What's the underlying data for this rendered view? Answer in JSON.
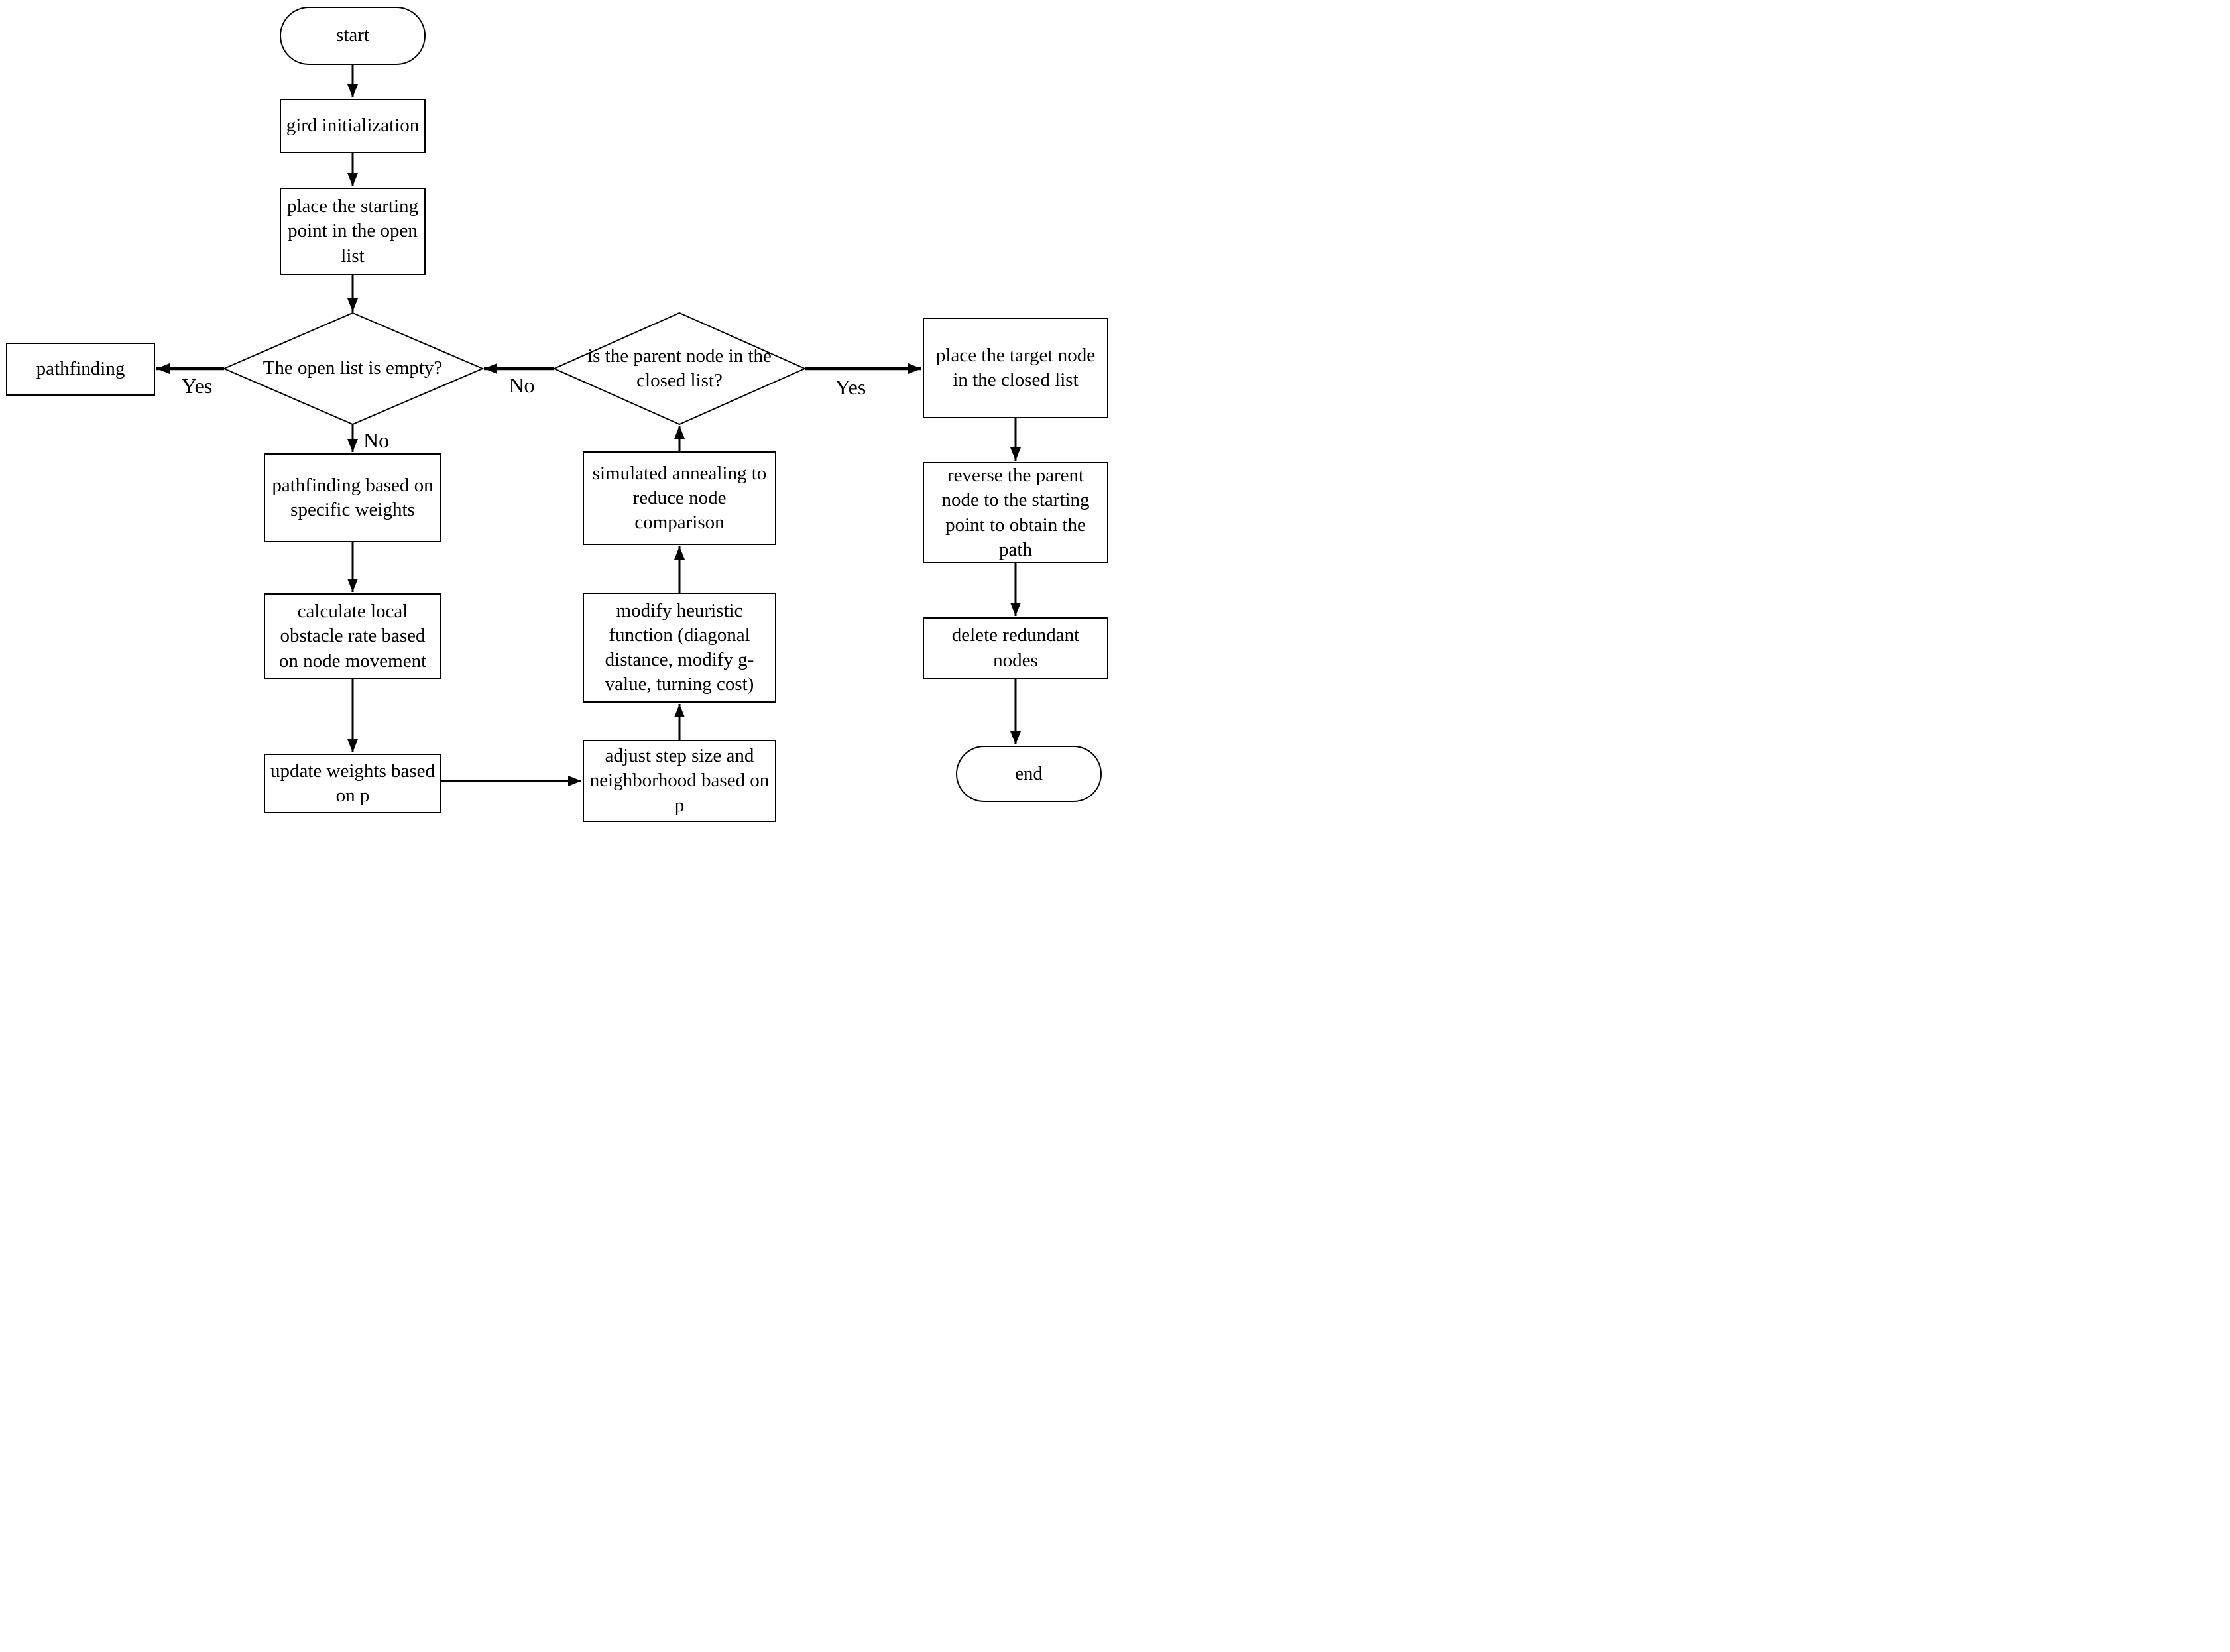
{
  "diagram": {
    "type": "flowchart",
    "colors": {
      "line": "#000000",
      "background": "#ffffff"
    },
    "nodes": {
      "start": "start",
      "grid_init": "gird initialization",
      "place_start": "place the starting point in the open list",
      "open_list_empty": "The open list is empty?",
      "pathfinding": "pathfinding",
      "pathfind_weights": "pathfinding based on specific weights",
      "calc_obstacle": "calculate local obstacle rate based on node movement",
      "update_weights": "update weights based on p",
      "adjust_step": "adjust step size and neighborhood based on p",
      "modify_heuristic": "modify heuristic function (diagonal distance, modify g-value, turning cost)",
      "sim_annealing": "simulated annealing to reduce node comparison",
      "parent_in_closed": "is the parent node in the closed list?",
      "place_target": "place the target node in the closed list",
      "reverse_parent": "reverse the parent node to the starting point to obtain the path",
      "delete_redundant": "delete redundant nodes",
      "end": "end"
    },
    "edge_labels": {
      "open_empty_yes": "Yes",
      "open_empty_no": "No",
      "parent_closed_no": "No",
      "parent_closed_yes": "Yes"
    }
  }
}
